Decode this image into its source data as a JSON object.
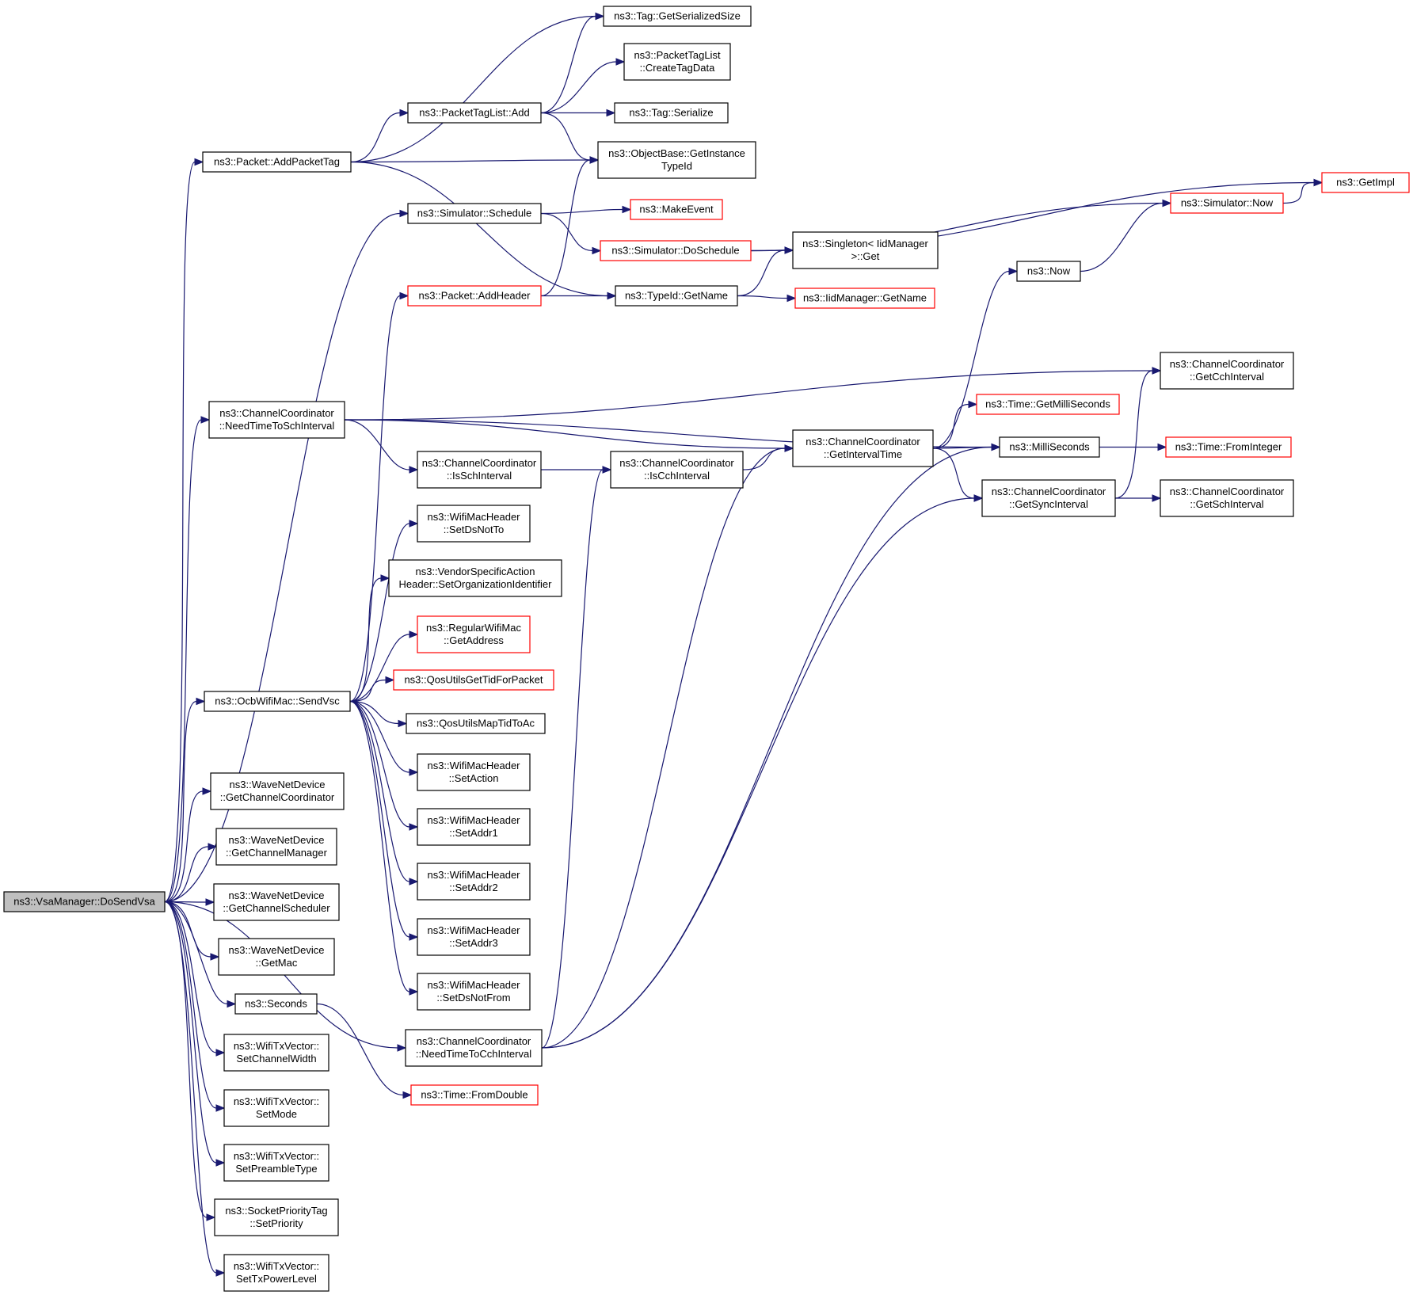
{
  "colors": {
    "edge": "#191970",
    "border_normal": "#000000",
    "border_external": "#ff0000",
    "root_fill": "#bfbfbf"
  },
  "nodes": {
    "do_send_vsa": {
      "lines": [
        "ns3::VsaManager::DoSendVsa"
      ],
      "style": "root"
    },
    "add_packet_tag": {
      "lines": [
        "ns3::Packet::AddPacketTag"
      ],
      "style": "normal"
    },
    "simulator_schedule": {
      "lines": [
        "ns3::Simulator::Schedule"
      ],
      "style": "normal"
    },
    "need_time_to_sch": {
      "lines": [
        "ns3::ChannelCoordinator",
        "::NeedTimeToSchInterval"
      ],
      "style": "normal"
    },
    "send_vsc": {
      "lines": [
        "ns3::OcbWifiMac::SendVsc"
      ],
      "style": "normal"
    },
    "get_channel_coordinator": {
      "lines": [
        "ns3::WaveNetDevice",
        "::GetChannelCoordinator"
      ],
      "style": "normal"
    },
    "get_channel_manager": {
      "lines": [
        "ns3::WaveNetDevice",
        "::GetChannelManager"
      ],
      "style": "normal"
    },
    "get_channel_scheduler": {
      "lines": [
        "ns3::WaveNetDevice",
        "::GetChannelScheduler"
      ],
      "style": "normal"
    },
    "get_mac": {
      "lines": [
        "ns3::WaveNetDevice",
        "::GetMac"
      ],
      "style": "normal"
    },
    "seconds": {
      "lines": [
        "ns3::Seconds"
      ],
      "style": "normal"
    },
    "set_channel_width": {
      "lines": [
        "ns3::WifiTxVector::",
        "SetChannelWidth"
      ],
      "style": "normal"
    },
    "set_mode": {
      "lines": [
        "ns3::WifiTxVector::",
        "SetMode"
      ],
      "style": "normal"
    },
    "set_preamble_type": {
      "lines": [
        "ns3::WifiTxVector::",
        "SetPreambleType"
      ],
      "style": "normal"
    },
    "set_priority": {
      "lines": [
        "ns3::SocketPriorityTag",
        "::SetPriority"
      ],
      "style": "normal"
    },
    "set_tx_power_level": {
      "lines": [
        "ns3::WifiTxVector::",
        "SetTxPowerLevel"
      ],
      "style": "normal"
    },
    "tag_get_serialized_size": {
      "lines": [
        "ns3::Tag::GetSerializedSize"
      ],
      "style": "normal"
    },
    "packet_tag_list_add": {
      "lines": [
        "ns3::PacketTagList::Add"
      ],
      "style": "normal"
    },
    "create_tag_data": {
      "lines": [
        "ns3::PacketTagList",
        "::CreateTagData"
      ],
      "style": "normal"
    },
    "tag_serialize": {
      "lines": [
        "ns3::Tag::Serialize"
      ],
      "style": "normal"
    },
    "get_instance_type_id": {
      "lines": [
        "ns3::ObjectBase::GetInstance",
        "TypeId"
      ],
      "style": "normal"
    },
    "make_event": {
      "lines": [
        "ns3::MakeEvent"
      ],
      "style": "red"
    },
    "simulator_do_schedule": {
      "lines": [
        "ns3::Simulator::DoSchedule"
      ],
      "style": "red"
    },
    "singleton_get": {
      "lines": [
        "ns3::Singleton< IidManager",
        ">::Get"
      ],
      "style": "normal"
    },
    "packet_add_header": {
      "lines": [
        "ns3::Packet::AddHeader"
      ],
      "style": "red"
    },
    "type_id_get_name": {
      "lines": [
        "ns3::TypeId::GetName"
      ],
      "style": "normal"
    },
    "iid_manager_get_name": {
      "lines": [
        "ns3::IidManager::GetName"
      ],
      "style": "red"
    },
    "get_impl": {
      "lines": [
        "ns3::GetImpl"
      ],
      "style": "red"
    },
    "simulator_now": {
      "lines": [
        "ns3::Simulator::Now"
      ],
      "style": "red"
    },
    "now": {
      "lines": [
        "ns3::Now"
      ],
      "style": "normal"
    },
    "get_cch_interval": {
      "lines": [
        "ns3::ChannelCoordinator",
        "::GetCchInterval"
      ],
      "style": "normal"
    },
    "time_get_milli_seconds": {
      "lines": [
        "ns3::Time::GetMilliSeconds"
      ],
      "style": "red"
    },
    "get_interval_time": {
      "lines": [
        "ns3::ChannelCoordinator",
        "::GetIntervalTime"
      ],
      "style": "normal"
    },
    "milli_seconds": {
      "lines": [
        "ns3::MilliSeconds"
      ],
      "style": "normal"
    },
    "time_from_integer": {
      "lines": [
        "ns3::Time::FromInteger"
      ],
      "style": "red"
    },
    "is_sch_interval": {
      "lines": [
        "ns3::ChannelCoordinator",
        "::IsSchInterval"
      ],
      "style": "normal"
    },
    "is_cch_interval": {
      "lines": [
        "ns3::ChannelCoordinator",
        "::IsCchInterval"
      ],
      "style": "normal"
    },
    "get_sync_interval": {
      "lines": [
        "ns3::ChannelCoordinator",
        "::GetSyncInterval"
      ],
      "style": "normal"
    },
    "get_sch_interval": {
      "lines": [
        "ns3::ChannelCoordinator",
        "::GetSchInterval"
      ],
      "style": "normal"
    },
    "set_ds_not_to": {
      "lines": [
        "ns3::WifiMacHeader",
        "::SetDsNotTo"
      ],
      "style": "normal"
    },
    "set_organization_identifier": {
      "lines": [
        "ns3::VendorSpecificAction",
        "Header::SetOrganizationIdentifier"
      ],
      "style": "normal"
    },
    "regular_wifi_mac_get_address": {
      "lines": [
        "ns3::RegularWifiMac",
        "::GetAddress"
      ],
      "style": "red"
    },
    "qos_utils_get_tid": {
      "lines": [
        "ns3::QosUtilsGetTidForPacket"
      ],
      "style": "red"
    },
    "qos_utils_map_tid": {
      "lines": [
        "ns3::QosUtilsMapTidToAc"
      ],
      "style": "normal"
    },
    "set_action": {
      "lines": [
        "ns3::WifiMacHeader",
        "::SetAction"
      ],
      "style": "normal"
    },
    "set_addr1": {
      "lines": [
        "ns3::WifiMacHeader",
        "::SetAddr1"
      ],
      "style": "normal"
    },
    "set_addr2": {
      "lines": [
        "ns3::WifiMacHeader",
        "::SetAddr2"
      ],
      "style": "normal"
    },
    "set_addr3": {
      "lines": [
        "ns3::WifiMacHeader",
        "::SetAddr3"
      ],
      "style": "normal"
    },
    "set_ds_not_from": {
      "lines": [
        "ns3::WifiMacHeader",
        "::SetDsNotFrom"
      ],
      "style": "normal"
    },
    "need_time_to_cch": {
      "lines": [
        "ns3::ChannelCoordinator",
        "::NeedTimeToCchInterval"
      ],
      "style": "normal"
    },
    "time_from_double": {
      "lines": [
        "ns3::Time::FromDouble"
      ],
      "style": "red"
    }
  },
  "edges": [
    [
      "do_send_vsa",
      "add_packet_tag"
    ],
    [
      "do_send_vsa",
      "simulator_schedule"
    ],
    [
      "do_send_vsa",
      "need_time_to_sch"
    ],
    [
      "do_send_vsa",
      "send_vsc"
    ],
    [
      "do_send_vsa",
      "need_time_to_cch"
    ],
    [
      "do_send_vsa",
      "get_channel_coordinator"
    ],
    [
      "do_send_vsa",
      "get_channel_manager"
    ],
    [
      "do_send_vsa",
      "get_channel_scheduler"
    ],
    [
      "do_send_vsa",
      "get_mac"
    ],
    [
      "do_send_vsa",
      "seconds"
    ],
    [
      "do_send_vsa",
      "set_channel_width"
    ],
    [
      "do_send_vsa",
      "set_mode"
    ],
    [
      "do_send_vsa",
      "set_preamble_type"
    ],
    [
      "do_send_vsa",
      "set_priority"
    ],
    [
      "do_send_vsa",
      "set_tx_power_level"
    ],
    [
      "add_packet_tag",
      "tag_get_serialized_size"
    ],
    [
      "add_packet_tag",
      "packet_tag_list_add"
    ],
    [
      "add_packet_tag",
      "get_instance_type_id"
    ],
    [
      "add_packet_tag",
      "type_id_get_name"
    ],
    [
      "packet_tag_list_add",
      "tag_get_serialized_size"
    ],
    [
      "packet_tag_list_add",
      "create_tag_data"
    ],
    [
      "packet_tag_list_add",
      "tag_serialize"
    ],
    [
      "packet_tag_list_add",
      "get_instance_type_id"
    ],
    [
      "simulator_schedule",
      "make_event"
    ],
    [
      "simulator_schedule",
      "simulator_do_schedule"
    ],
    [
      "simulator_do_schedule",
      "singleton_get"
    ],
    [
      "simulator_do_schedule",
      "get_impl"
    ],
    [
      "simulator_do_schedule",
      "simulator_now"
    ],
    [
      "simulator_now",
      "get_impl"
    ],
    [
      "packet_add_header",
      "get_instance_type_id"
    ],
    [
      "packet_add_header",
      "type_id_get_name"
    ],
    [
      "type_id_get_name",
      "singleton_get"
    ],
    [
      "type_id_get_name",
      "iid_manager_get_name"
    ],
    [
      "need_time_to_sch",
      "get_cch_interval"
    ],
    [
      "need_time_to_sch",
      "milli_seconds"
    ],
    [
      "need_time_to_sch",
      "get_interval_time"
    ],
    [
      "need_time_to_sch",
      "is_sch_interval"
    ],
    [
      "is_sch_interval",
      "is_cch_interval"
    ],
    [
      "is_cch_interval",
      "get_interval_time"
    ],
    [
      "get_interval_time",
      "now"
    ],
    [
      "get_interval_time",
      "time_get_milli_seconds"
    ],
    [
      "get_interval_time",
      "milli_seconds"
    ],
    [
      "get_interval_time",
      "get_sync_interval"
    ],
    [
      "now",
      "simulator_now"
    ],
    [
      "milli_seconds",
      "time_from_integer"
    ],
    [
      "get_sync_interval",
      "get_cch_interval"
    ],
    [
      "get_sync_interval",
      "get_sch_interval"
    ],
    [
      "send_vsc",
      "packet_add_header"
    ],
    [
      "send_vsc",
      "set_ds_not_to"
    ],
    [
      "send_vsc",
      "set_organization_identifier"
    ],
    [
      "send_vsc",
      "regular_wifi_mac_get_address"
    ],
    [
      "send_vsc",
      "qos_utils_get_tid"
    ],
    [
      "send_vsc",
      "qos_utils_map_tid"
    ],
    [
      "send_vsc",
      "set_action"
    ],
    [
      "send_vsc",
      "set_addr1"
    ],
    [
      "send_vsc",
      "set_addr2"
    ],
    [
      "send_vsc",
      "set_addr3"
    ],
    [
      "send_vsc",
      "set_ds_not_from"
    ],
    [
      "seconds",
      "time_from_double"
    ],
    [
      "need_time_to_cch",
      "is_cch_interval"
    ],
    [
      "need_time_to_cch",
      "get_interval_time"
    ],
    [
      "need_time_to_cch",
      "milli_seconds"
    ],
    [
      "need_time_to_cch",
      "get_sync_interval"
    ]
  ]
}
